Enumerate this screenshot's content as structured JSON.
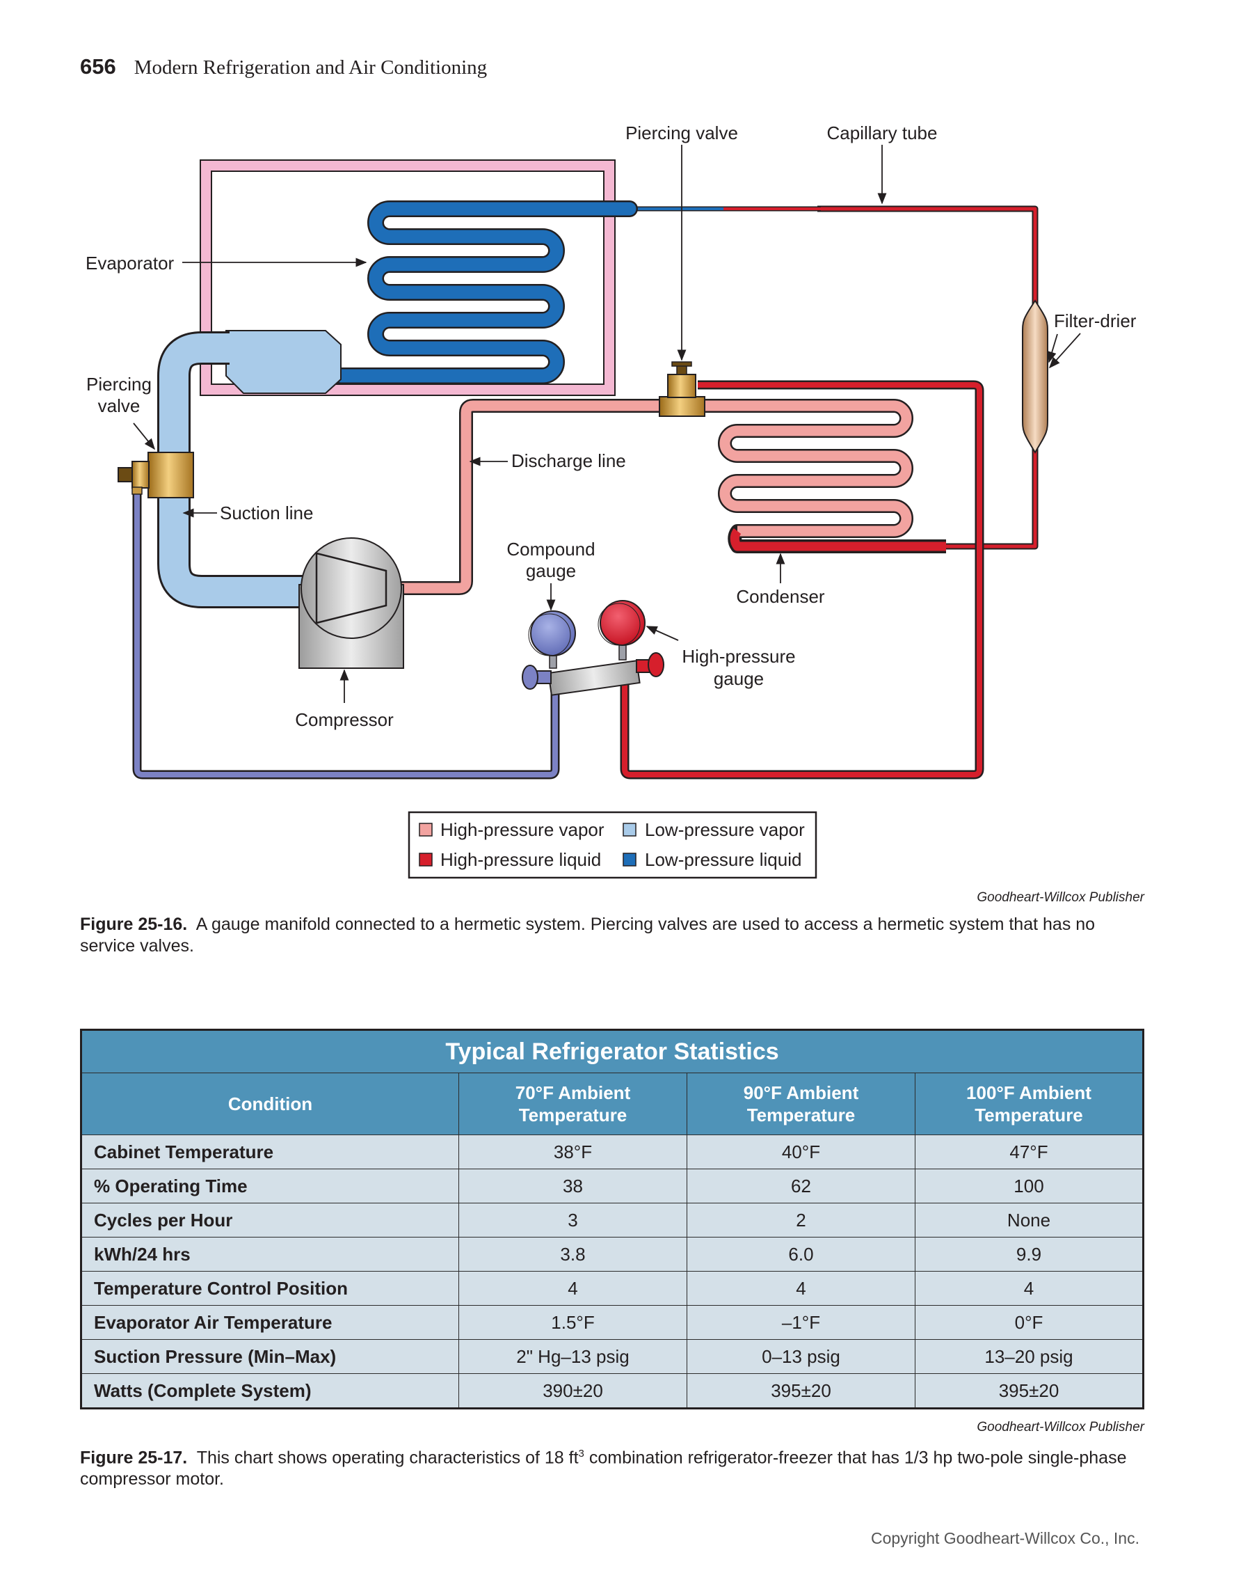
{
  "header": {
    "page_number": "656",
    "book_title": "Modern Refrigeration and Air Conditioning"
  },
  "diagram": {
    "labels": {
      "piercing_valve_top": "Piercing valve",
      "capillary_tube": "Capillary tube",
      "evaporator": "Evaporator",
      "filter_drier": "Filter-drier",
      "piercing_valve_left_1": "Piercing",
      "piercing_valve_left_2": "valve",
      "discharge_line": "Discharge line",
      "suction_line": "Suction line",
      "compound_gauge_1": "Compound",
      "compound_gauge_2": "gauge",
      "condenser": "Condenser",
      "high_pressure_gauge_1": "High-pressure",
      "high_pressure_gauge_2": "gauge",
      "compressor": "Compressor"
    },
    "legend": [
      {
        "label": "High-pressure vapor",
        "color": "#f2a3a0"
      },
      {
        "label": "Low-pressure vapor",
        "color": "#a9cbe9"
      },
      {
        "label": "High-pressure liquid",
        "color": "#d61f2c"
      },
      {
        "label": "Low-pressure liquid",
        "color": "#1e6eb8"
      }
    ],
    "colors": {
      "high_pressure_vapor": "#f2a3a0",
      "low_pressure_vapor": "#a9cbe9",
      "high_pressure_liquid": "#d61f2c",
      "low_pressure_liquid": "#1e6eb8",
      "gauge_line": "#7c82c4",
      "cabinet": "#f4b8d2"
    }
  },
  "figure_16": {
    "credit": "Goodheart-Willcox Publisher",
    "label": "Figure 25-16.",
    "caption": "A gauge manifold connected to a hermetic system. Piercing valves are used to access a hermetic system that has no service valves."
  },
  "table": {
    "title": "Typical Refrigerator Statistics",
    "columns": [
      "Condition",
      "70°F Ambient Temperature",
      "90°F Ambient Temperature",
      "100°F Ambient Temperature"
    ],
    "rows": [
      {
        "condition": "Cabinet Temperature",
        "values": [
          "38°F",
          "40°F",
          "47°F"
        ]
      },
      {
        "condition": "% Operating Time",
        "values": [
          "38",
          "62",
          "100"
        ]
      },
      {
        "condition": "Cycles per Hour",
        "values": [
          "3",
          "2",
          "None"
        ]
      },
      {
        "condition": "kWh/24 hrs",
        "values": [
          "3.8",
          "6.0",
          "9.9"
        ]
      },
      {
        "condition": "Temperature Control Position",
        "values": [
          "4",
          "4",
          "4"
        ]
      },
      {
        "condition": "Evaporator Air Temperature",
        "values": [
          "1.5°F",
          "–1°F",
          "0°F"
        ]
      },
      {
        "condition": "Suction Pressure (Min–Max)",
        "values": [
          "2\" Hg–13 psig",
          "0–13 psig",
          "13–20 psig"
        ]
      },
      {
        "condition": "Watts (Complete System)",
        "values": [
          "390±20",
          "395±20",
          "395±20"
        ]
      }
    ]
  },
  "figure_17": {
    "credit": "Goodheart-Willcox Publisher",
    "label": "Figure 25-17.",
    "caption_before_sup": "This chart shows operating characteristics of 18 ft",
    "caption_sup": "3",
    "caption_after_sup": " combination refrigerator-freezer that has 1/3 hp two-pole single-phase compressor motor."
  },
  "footer": {
    "copyright": "Copyright Goodheart-Willcox Co., Inc."
  }
}
